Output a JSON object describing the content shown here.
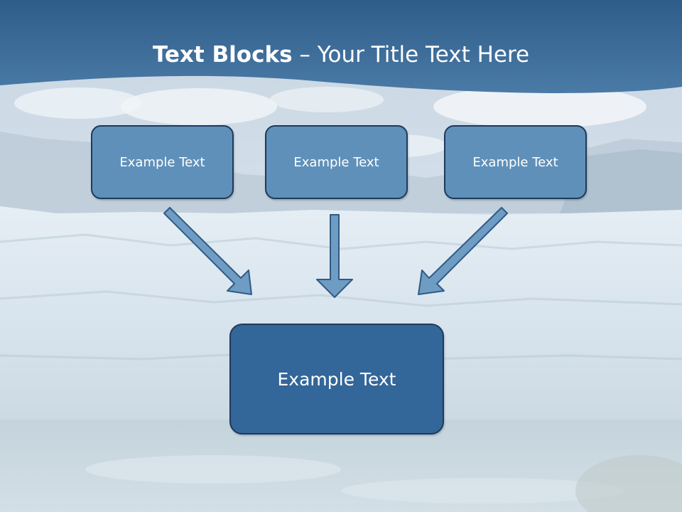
{
  "slide": {
    "title_bold": "Text Blocks",
    "title_rest": " – Your Title Text Here"
  },
  "diagram": {
    "top_blocks": [
      {
        "label": "Example Text"
      },
      {
        "label": "Example Text"
      },
      {
        "label": "Example Text"
      }
    ],
    "main_block": {
      "label": "Example Text"
    }
  },
  "colors": {
    "header_band": "#336699",
    "block_fill": "#5f90b9",
    "main_block_fill": "#336699",
    "block_border": "#1f3a5a",
    "arrow_fill": "#6f9cc3",
    "arrow_stroke": "#2f5b86"
  }
}
